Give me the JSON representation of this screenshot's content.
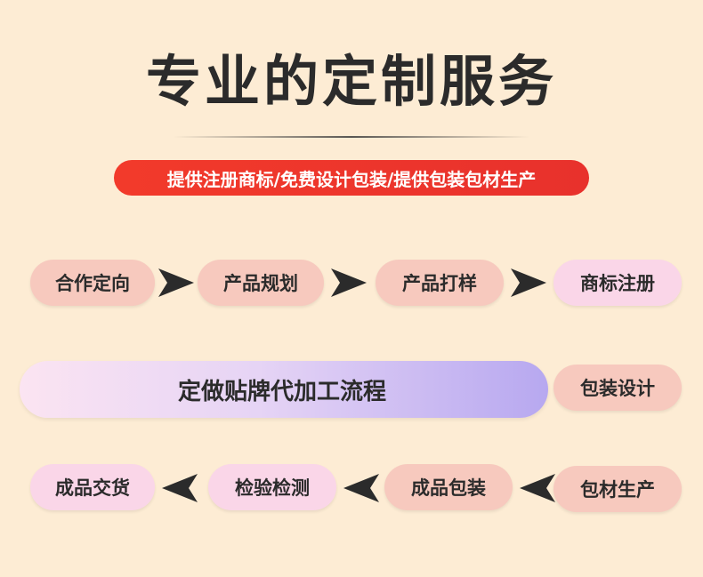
{
  "header": {
    "title": "专业的定制服务",
    "subtitle": "提供注册商标/免费设计包装/提供包装包材生产"
  },
  "flow": {
    "row1": [
      "合作定向",
      "产品规划",
      "产品打样",
      "商标注册"
    ],
    "middle": {
      "main_label": "定做贴牌代加工流程",
      "side_label": "包装设计"
    },
    "row3": [
      "成品交货",
      "检验检测",
      "成品包装",
      "包材生产"
    ]
  },
  "colors": {
    "background": "#fdecd4",
    "banner_red": "#f23a2b",
    "pill_salmon": "#f7c9be",
    "pill_pink": "#fad6e8",
    "arrow": "#2b2b2b"
  },
  "icons": {
    "forward_arrow": "arrow-right-icon",
    "back_arrow": "arrow-left-icon"
  }
}
